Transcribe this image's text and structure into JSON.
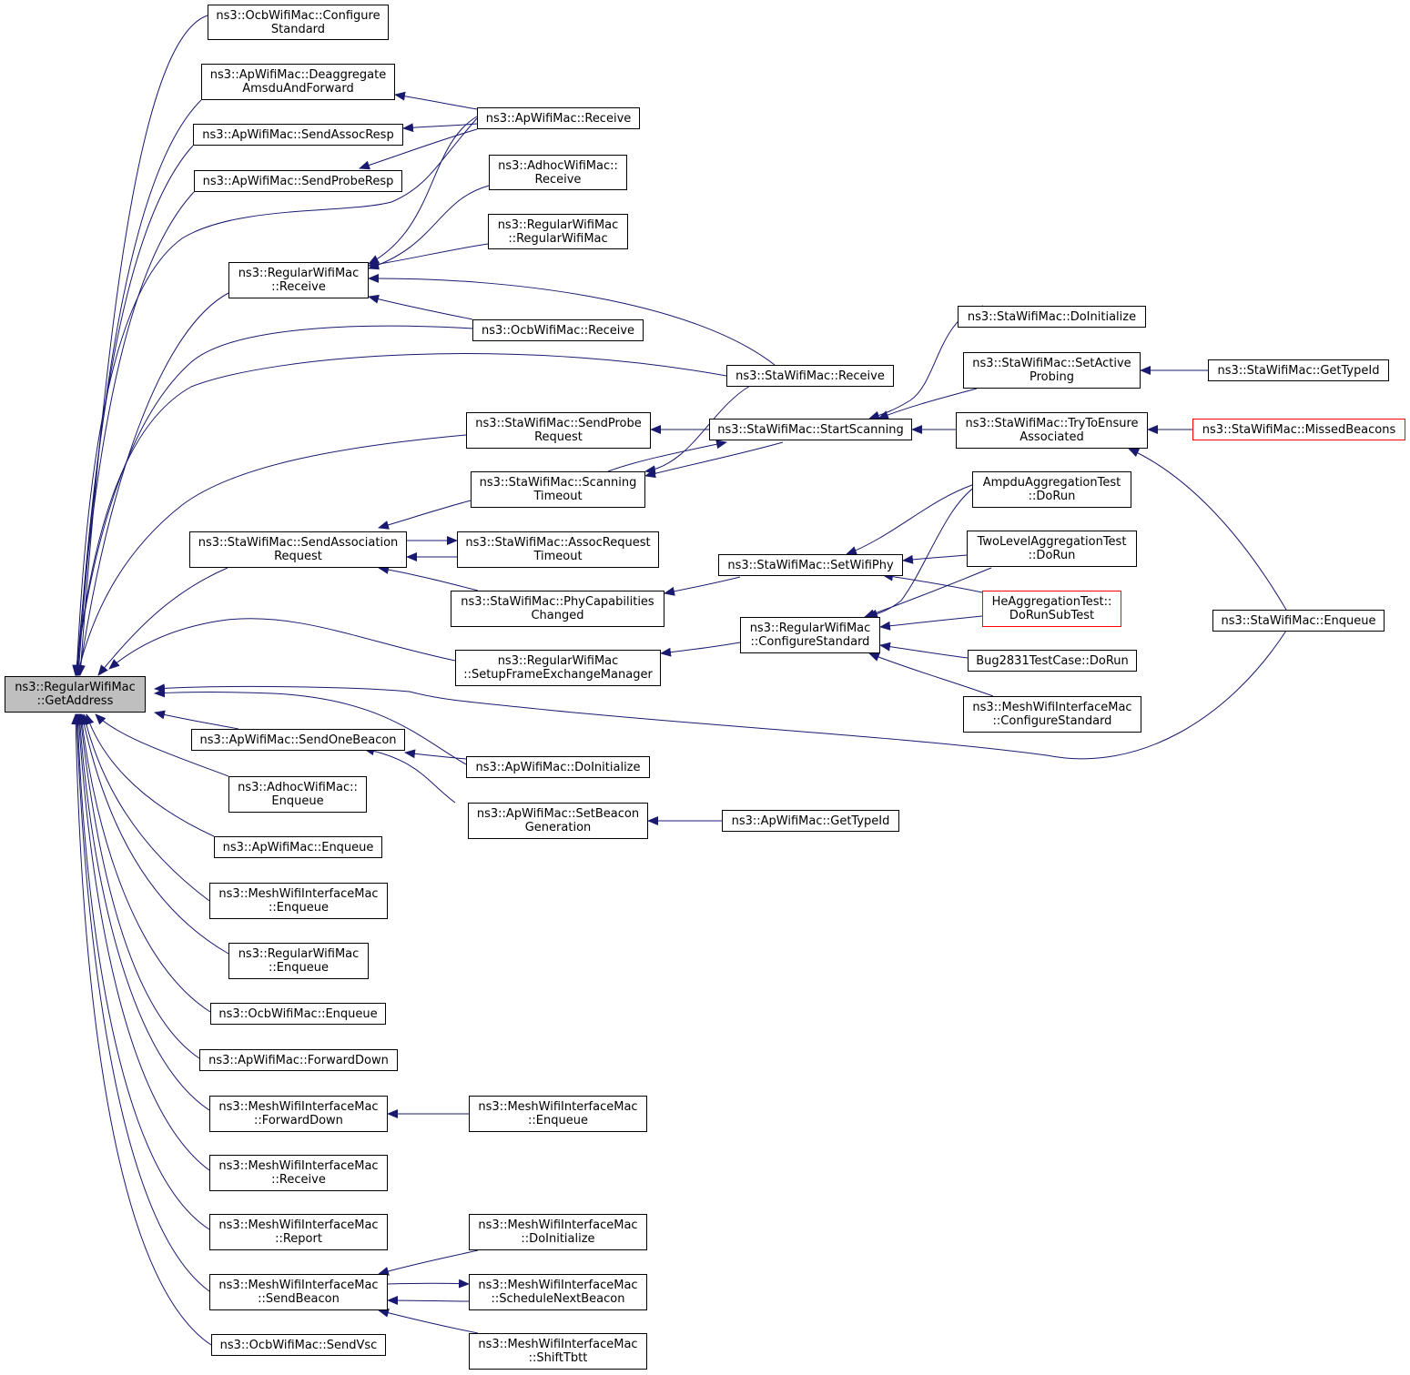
{
  "colors": {
    "edge": "#191970",
    "node_border": "#000000",
    "truncated_border": "#ff0000",
    "root_fill": "#bfbfbf"
  },
  "nodes": {
    "root": {
      "l1": "ns3::RegularWifiMac",
      "l2": "::GetAddress"
    },
    "ocb_cfg": {
      "l1": "ns3::OcbWifiMac::Configure",
      "l2": "Standard"
    },
    "ap_deagg": {
      "l1": "ns3::ApWifiMac::Deaggregate",
      "l2": "AmsduAndForward"
    },
    "ap_assocresp": {
      "l1": "ns3::ApWifiMac::SendAssocResp"
    },
    "ap_proberesp": {
      "l1": "ns3::ApWifiMac::SendProbeResp"
    },
    "reg_recv": {
      "l1": "ns3::RegularWifiMac",
      "l2": "::Receive"
    },
    "sta_assocreq": {
      "l1": "ns3::StaWifiMac::SendAssociation",
      "l2": "Request"
    },
    "ap_beacon": {
      "l1": "ns3::ApWifiMac::SendOneBeacon"
    },
    "adhoc_enq": {
      "l1": "ns3::AdhocWifiMac::",
      "l2": "Enqueue"
    },
    "ap_enq": {
      "l1": "ns3::ApWifiMac::Enqueue"
    },
    "mesh_enq": {
      "l1": "ns3::MeshWifiInterfaceMac",
      "l2": "::Enqueue"
    },
    "reg_enq": {
      "l1": "ns3::RegularWifiMac",
      "l2": "::Enqueue"
    },
    "ocb_enq": {
      "l1": "ns3::OcbWifiMac::Enqueue"
    },
    "ap_fwd": {
      "l1": "ns3::ApWifiMac::ForwardDown"
    },
    "mesh_fwd": {
      "l1": "ns3::MeshWifiInterfaceMac",
      "l2": "::ForwardDown"
    },
    "mesh_recv": {
      "l1": "ns3::MeshWifiInterfaceMac",
      "l2": "::Receive"
    },
    "mesh_report": {
      "l1": "ns3::MeshWifiInterfaceMac",
      "l2": "::Report"
    },
    "mesh_beacon": {
      "l1": "ns3::MeshWifiInterfaceMac",
      "l2": "::SendBeacon"
    },
    "ocb_vsc": {
      "l1": "ns3::OcbWifiMac::SendVsc"
    },
    "ap_recv": {
      "l1": "ns3::ApWifiMac::Receive"
    },
    "adhoc_recv": {
      "l1": "ns3::AdhocWifiMac::",
      "l2": "Receive"
    },
    "reg_ctor": {
      "l1": "ns3::RegularWifiMac",
      "l2": "::RegularWifiMac"
    },
    "ocb_recv": {
      "l1": "ns3::OcbWifiMac::Receive"
    },
    "sta_probereq": {
      "l1": "ns3::StaWifiMac::SendProbe",
      "l2": "Request"
    },
    "sta_scantimeout": {
      "l1": "ns3::StaWifiMac::Scanning",
      "l2": "Timeout"
    },
    "sta_assoctimeout": {
      "l1": "ns3::StaWifiMac::AssocRequest",
      "l2": "Timeout"
    },
    "sta_phycap": {
      "l1": "ns3::StaWifiMac::PhyCapabilities",
      "l2": "Changed"
    },
    "reg_setupfem": {
      "l1": "ns3::RegularWifiMac",
      "l2": "::SetupFrameExchangeManager"
    },
    "ap_doinit": {
      "l1": "ns3::ApWifiMac::DoInitialize"
    },
    "ap_setbeacon": {
      "l1": "ns3::ApWifiMac::SetBeacon",
      "l2": "Generation"
    },
    "mesh_enq2": {
      "l1": "ns3::MeshWifiInterfaceMac",
      "l2": "::Enqueue"
    },
    "mesh_doinit": {
      "l1": "ns3::MeshWifiInterfaceMac",
      "l2": "::DoInitialize"
    },
    "mesh_schedule": {
      "l1": "ns3::MeshWifiInterfaceMac",
      "l2": "::ScheduleNextBeacon"
    },
    "mesh_shift": {
      "l1": "ns3::MeshWifiInterfaceMac",
      "l2": "::ShiftTbtt"
    },
    "sta_recv": {
      "l1": "ns3::StaWifiMac::Receive"
    },
    "sta_startscan": {
      "l1": "ns3::StaWifiMac::StartScanning"
    },
    "sta_setphy": {
      "l1": "ns3::StaWifiMac::SetWifiPhy"
    },
    "reg_cfgstd": {
      "l1": "ns3::RegularWifiMac",
      "l2": "::ConfigureStandard"
    },
    "ap_gettype": {
      "l1": "ns3::ApWifiMac::GetTypeId"
    },
    "sta_doinit": {
      "l1": "ns3::StaWifiMac::DoInitialize"
    },
    "sta_setactive": {
      "l1": "ns3::StaWifiMac::SetActive",
      "l2": "Probing"
    },
    "sta_tryensure": {
      "l1": "ns3::StaWifiMac::TryToEnsure",
      "l2": "Associated"
    },
    "ampdu": {
      "l1": "AmpduAggregationTest",
      "l2": "::DoRun"
    },
    "twolevel": {
      "l1": "TwoLevelAggregationTest",
      "l2": "::DoRun"
    },
    "heagg": {
      "l1": "HeAggregationTest::",
      "l2": "DoRunSubTest"
    },
    "bug2831": {
      "l1": "Bug2831TestCase::DoRun"
    },
    "mesh_cfgstd": {
      "l1": "ns3::MeshWifiInterfaceMac",
      "l2": "::ConfigureStandard"
    },
    "sta_gettype": {
      "l1": "ns3::StaWifiMac::GetTypeId"
    },
    "sta_missed": {
      "l1": "ns3::StaWifiMac::MissedBeacons"
    },
    "sta_enq": {
      "l1": "ns3::StaWifiMac::Enqueue"
    }
  }
}
